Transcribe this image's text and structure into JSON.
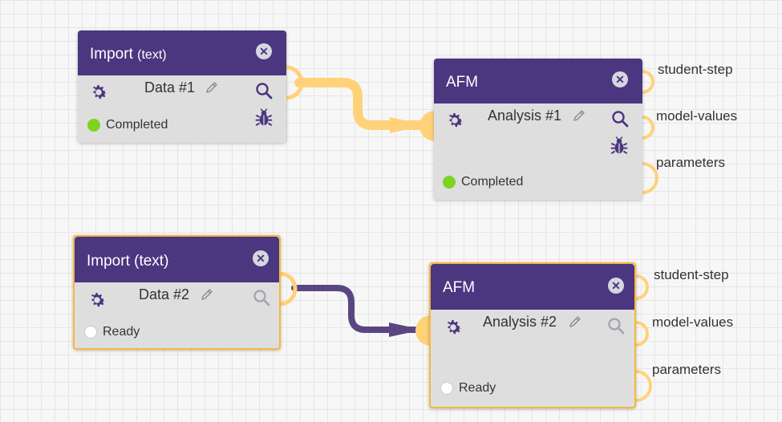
{
  "colors": {
    "header": "#4b3680",
    "wire_active": "#ffd27a",
    "wire_inactive": "#5a4682",
    "status_completed": "#7ed321",
    "status_ready": "#ffffff",
    "selection_border": "#f5b83d"
  },
  "pipelines": [
    {
      "import_node": {
        "title": "Import",
        "subtitle": "(text)",
        "dataset_label": "Data #1",
        "status": "Completed",
        "icons": [
          "gear-icon",
          "pencil-icon",
          "search-icon",
          "bug-icon",
          "close-icon"
        ]
      },
      "analysis_node": {
        "title": "AFM",
        "label": "Analysis #1",
        "status": "Completed",
        "outputs": [
          "student-step",
          "model-values",
          "parameters"
        ],
        "icons": [
          "gear-icon",
          "pencil-icon",
          "search-icon",
          "bug-icon",
          "close-icon"
        ]
      }
    },
    {
      "import_node": {
        "title": "Import (text)",
        "dataset_label": "Data #2",
        "status": "Ready",
        "icons": [
          "gear-icon",
          "pencil-icon",
          "search-icon",
          "close-icon"
        ]
      },
      "analysis_node": {
        "title": "AFM",
        "label": "Analysis #2",
        "status": "Ready",
        "outputs": [
          "student-step",
          "model-values",
          "parameters"
        ],
        "icons": [
          "gear-icon",
          "pencil-icon",
          "search-icon",
          "close-icon"
        ]
      }
    }
  ]
}
